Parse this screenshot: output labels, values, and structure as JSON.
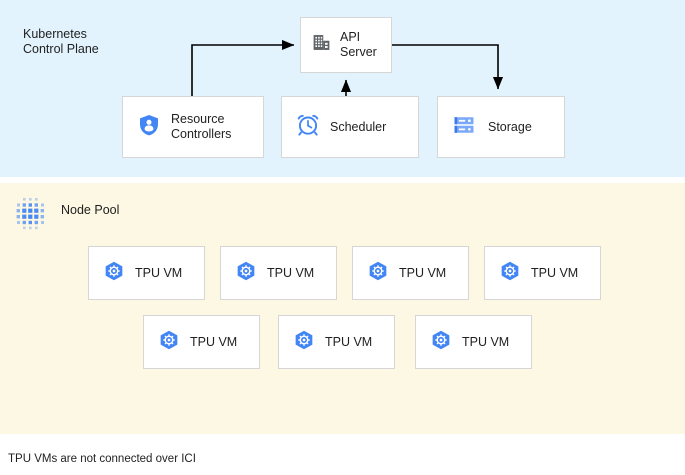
{
  "diagram": {
    "caption": "TPU VMs are not connected over ICI",
    "colors": {
      "control_plane_bg": "#e2f3fd",
      "node_pool_bg": "#fdf8e3",
      "box_bg": "#ffffff",
      "box_border": "#d6d6d6",
      "accent_blue": "#4285f4",
      "icon_gray": "#5f6368",
      "arrow": "#000000",
      "text": "#1f1f1f"
    }
  },
  "control_plane": {
    "title": "Kubernetes\nControl Plane",
    "nodes": [
      {
        "id": "api-server",
        "label": "API\nServer",
        "icon": "building-icon"
      },
      {
        "id": "resource-controllers",
        "label": "Resource\nControllers",
        "icon": "shield-user-icon"
      },
      {
        "id": "scheduler",
        "label": "Scheduler",
        "icon": "alarm-clock-icon"
      },
      {
        "id": "storage",
        "label": "Storage",
        "icon": "server-rack-icon"
      }
    ],
    "connections": [
      {
        "from": "resource-controllers",
        "to": "api-server",
        "direction": "to-api-server"
      },
      {
        "from": "scheduler",
        "to": "api-server",
        "direction": "to-api-server"
      },
      {
        "from": "api-server",
        "to": "storage",
        "direction": "to-storage"
      }
    ]
  },
  "node_pool": {
    "title": "Node Pool",
    "icon": "dot-grid-icon",
    "rows": [
      {
        "vms": [
          {
            "label": "TPU VM",
            "icon": "hexagon-gear-icon"
          },
          {
            "label": "TPU VM",
            "icon": "hexagon-gear-icon"
          },
          {
            "label": "TPU VM",
            "icon": "hexagon-gear-icon"
          },
          {
            "label": "TPU VM",
            "icon": "hexagon-gear-icon"
          }
        ]
      },
      {
        "vms": [
          {
            "label": "TPU VM",
            "icon": "hexagon-gear-icon"
          },
          {
            "label": "TPU VM",
            "icon": "hexagon-gear-icon"
          },
          {
            "label": "TPU VM",
            "icon": "hexagon-gear-icon"
          }
        ]
      }
    ]
  }
}
